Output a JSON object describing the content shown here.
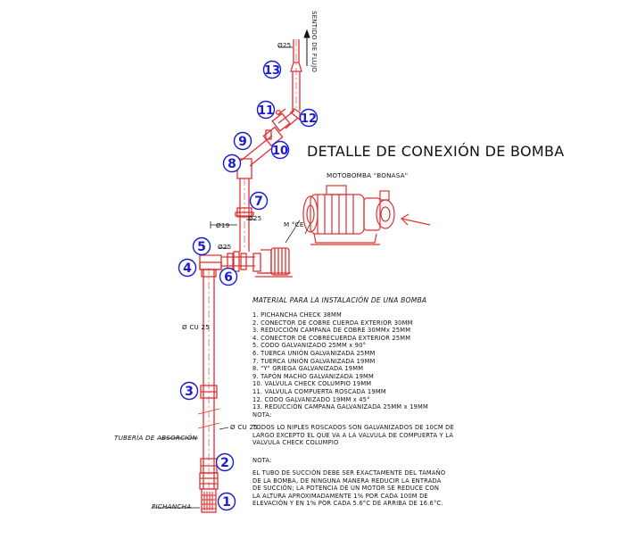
{
  "title": "DETALLE DE CONEXIÓN DE BOMBA",
  "flow_direction": "SENTIDO DE FLUJO",
  "pump_label": "MOTOBOMBA \"BONASA\"",
  "motor_label": "M °CE",
  "absorption_label": "TUBERÍA DE ABSORCIÓN",
  "pichancha_label": "PICHANCHA",
  "dims": {
    "d13": "Ø25",
    "d7": "Ø25",
    "d19": "Ø19",
    "d5": "Ø25",
    "dcu25a": "Ø CU 25",
    "dcu25b": "Ø CU 25"
  },
  "callouts": [
    "1",
    "2",
    "3",
    "4",
    "5",
    "6",
    "7",
    "8",
    "9",
    "10",
    "11",
    "12",
    "13"
  ],
  "materials_title": "MATERIAL PARA LA INSTALACIÓN DE UNA BOMBA",
  "materials": [
    "1.  PICHANCHA CHECK 38MM",
    "2.  CONECTOR DE COBRE CUERDA EXTERIOR 30MM",
    "3.  REDUCCIÓN CAMPANA DE COBRE 30MMx 25MM",
    "4.  CONECTOR DE COBRECUERDA EXTERIOR 25MM",
    "5.  CODO GALVANIZADO 25MM x 90°",
    "6.  TUERCA UNIÓN GALVANIZADA 25MM",
    "7.  TUERCA UNIÓN GALVANIZADA 19MM",
    "8.  \"Y\" GRIEGA GALVANIZADA 19MM",
    "9.  TAPÓN MACHO GALVANIZADA 19MM",
    "10.  VALVULA CHECK COLUMPIO 19MM",
    "11.  VALVULA COMPUERTA ROSCADA 19MM",
    "12.  CODO GALVANIZADO 19MM x 45°",
    "13.  REDUCCIÓN CAMPANA GALVANIZADA 25MM x 19MM"
  ],
  "note1_title": "NOTA:",
  "note1_text": "TODOS LO NIPLES ROSCADOS SON GALVANIZADOS DE 10CM DE LARGO EXCEPTO EL QUE VA A LA VALVULA DE COMPUERTA Y LA VALVULA CHECK COLUMPIO",
  "note2_title": "NOTA:",
  "note2_text": "EL TUBO DE SUCCIÓN DEBE SER EXACTAMENTE DEL TAMAÑO DE LA BOMBA, DE NINGUNA MANERA REDUCIR LA ENTRADA DE SUCCIÓN; LA POTENCIA DE UN MOTOR SE REDUCE CON LA ALTURA APROXIMADAMENTE 1% POR CADA 100M DE ELEVACIÓN Y EN 1% POR CADA 5.6°C DE ARRIBA DE 16.6°C.",
  "colors": {
    "pipe": "#e03030",
    "callout": "#1a1ad0",
    "line": "#111111",
    "pichancha": "#e03030"
  }
}
